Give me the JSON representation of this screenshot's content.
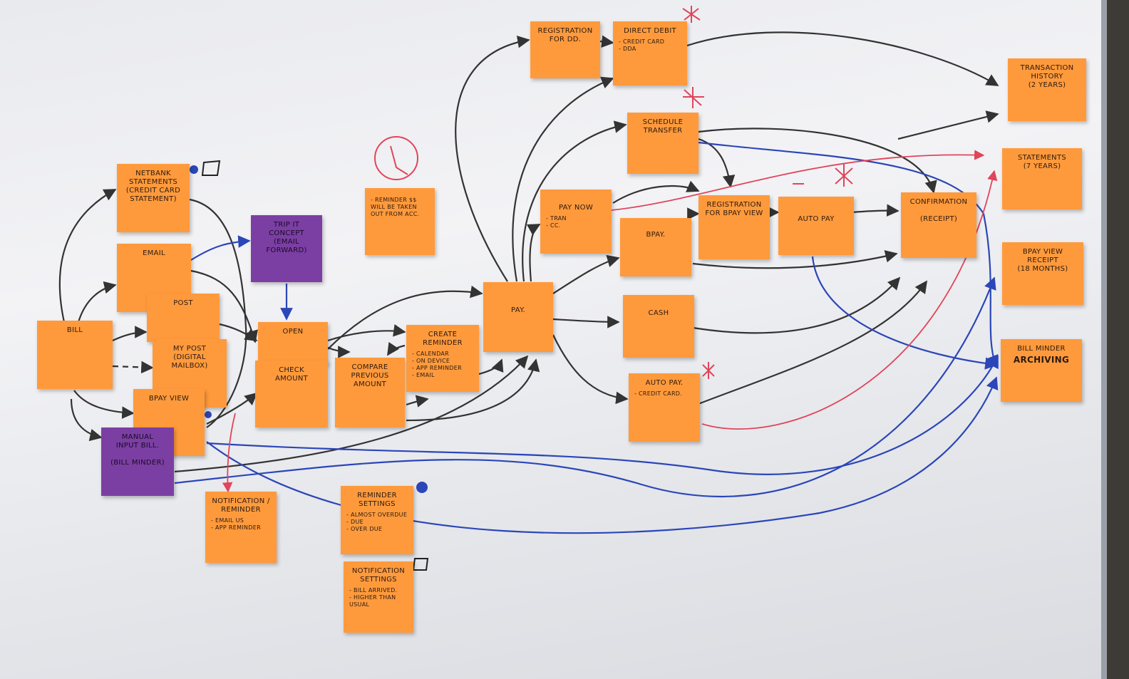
{
  "notes": {
    "netbank_statements": {
      "title": "Netbank\nStatements\n(credit card\nstatement)"
    },
    "email": {
      "title": "Email"
    },
    "post": {
      "title": "Post"
    },
    "bill": {
      "title": "Bill"
    },
    "my_post": {
      "title": "My Post\n(digital\nmailbox)"
    },
    "bpay_view_left": {
      "title": "BPay View"
    },
    "manual_input": {
      "title": "Manual\ninput bill.\n\n(Bill minder)"
    },
    "trip_it": {
      "title": "Trip it concept\n(email forward)"
    },
    "open": {
      "title": "Open"
    },
    "check_amount": {
      "title": "Check\nAmount"
    },
    "compare_previous": {
      "title": "Compare\nprevious\namount"
    },
    "create_reminder": {
      "title": "Create\nReminder",
      "items": [
        "calendar",
        "on device",
        "app reminder",
        "email"
      ]
    },
    "reminder_taken": {
      "items": [
        "reminder $$ will be taken out from acc."
      ]
    },
    "notification_reminder": {
      "title": "Notification /\nreminder",
      "items": [
        "email us",
        "app reminder"
      ]
    },
    "reminder_settings": {
      "title": "Reminder settings",
      "items": [
        "almost overdue",
        "due",
        "over due"
      ]
    },
    "notification_settings": {
      "title": "Notification settings",
      "items": [
        "bill arrived.",
        "higher than\nusual"
      ]
    },
    "pay": {
      "title": "Pay."
    },
    "registration_dd": {
      "title": "Registration\nfor DD."
    },
    "direct_debit": {
      "title": "Direct Debit",
      "items": [
        "credit card",
        "DDA"
      ]
    },
    "schedule_transfer": {
      "title": "Schedule\ntransfer"
    },
    "pay_now": {
      "title": "Pay now",
      "items": [
        "Tran",
        "CC."
      ]
    },
    "bpay": {
      "title": "BPay."
    },
    "cash": {
      "title": "Cash"
    },
    "auto_pay_cc": {
      "title": "Auto Pay.",
      "items": [
        "credit card."
      ]
    },
    "registration_bpay": {
      "title": "Registration\nfor BPay View"
    },
    "auto_pay": {
      "title": "Auto Pay"
    },
    "confirmation": {
      "title": "Confirmation\n\n(receipt)"
    },
    "transaction_history": {
      "title": "Transaction\nhistory\n(2 years)"
    },
    "statements": {
      "title": "Statements\n(7 years)"
    },
    "bpay_view_receipt": {
      "title": "BPay view\nreceipt\n(18 months)"
    },
    "bill_minder": {
      "title": "Bill Minder",
      "big": "Archiving"
    }
  },
  "colors": {
    "note_orange": "#ff9a3c",
    "note_purple": "#7b3fa3",
    "line_black": "#333333",
    "line_blue": "#2b46b8",
    "line_red": "#e0455a"
  }
}
